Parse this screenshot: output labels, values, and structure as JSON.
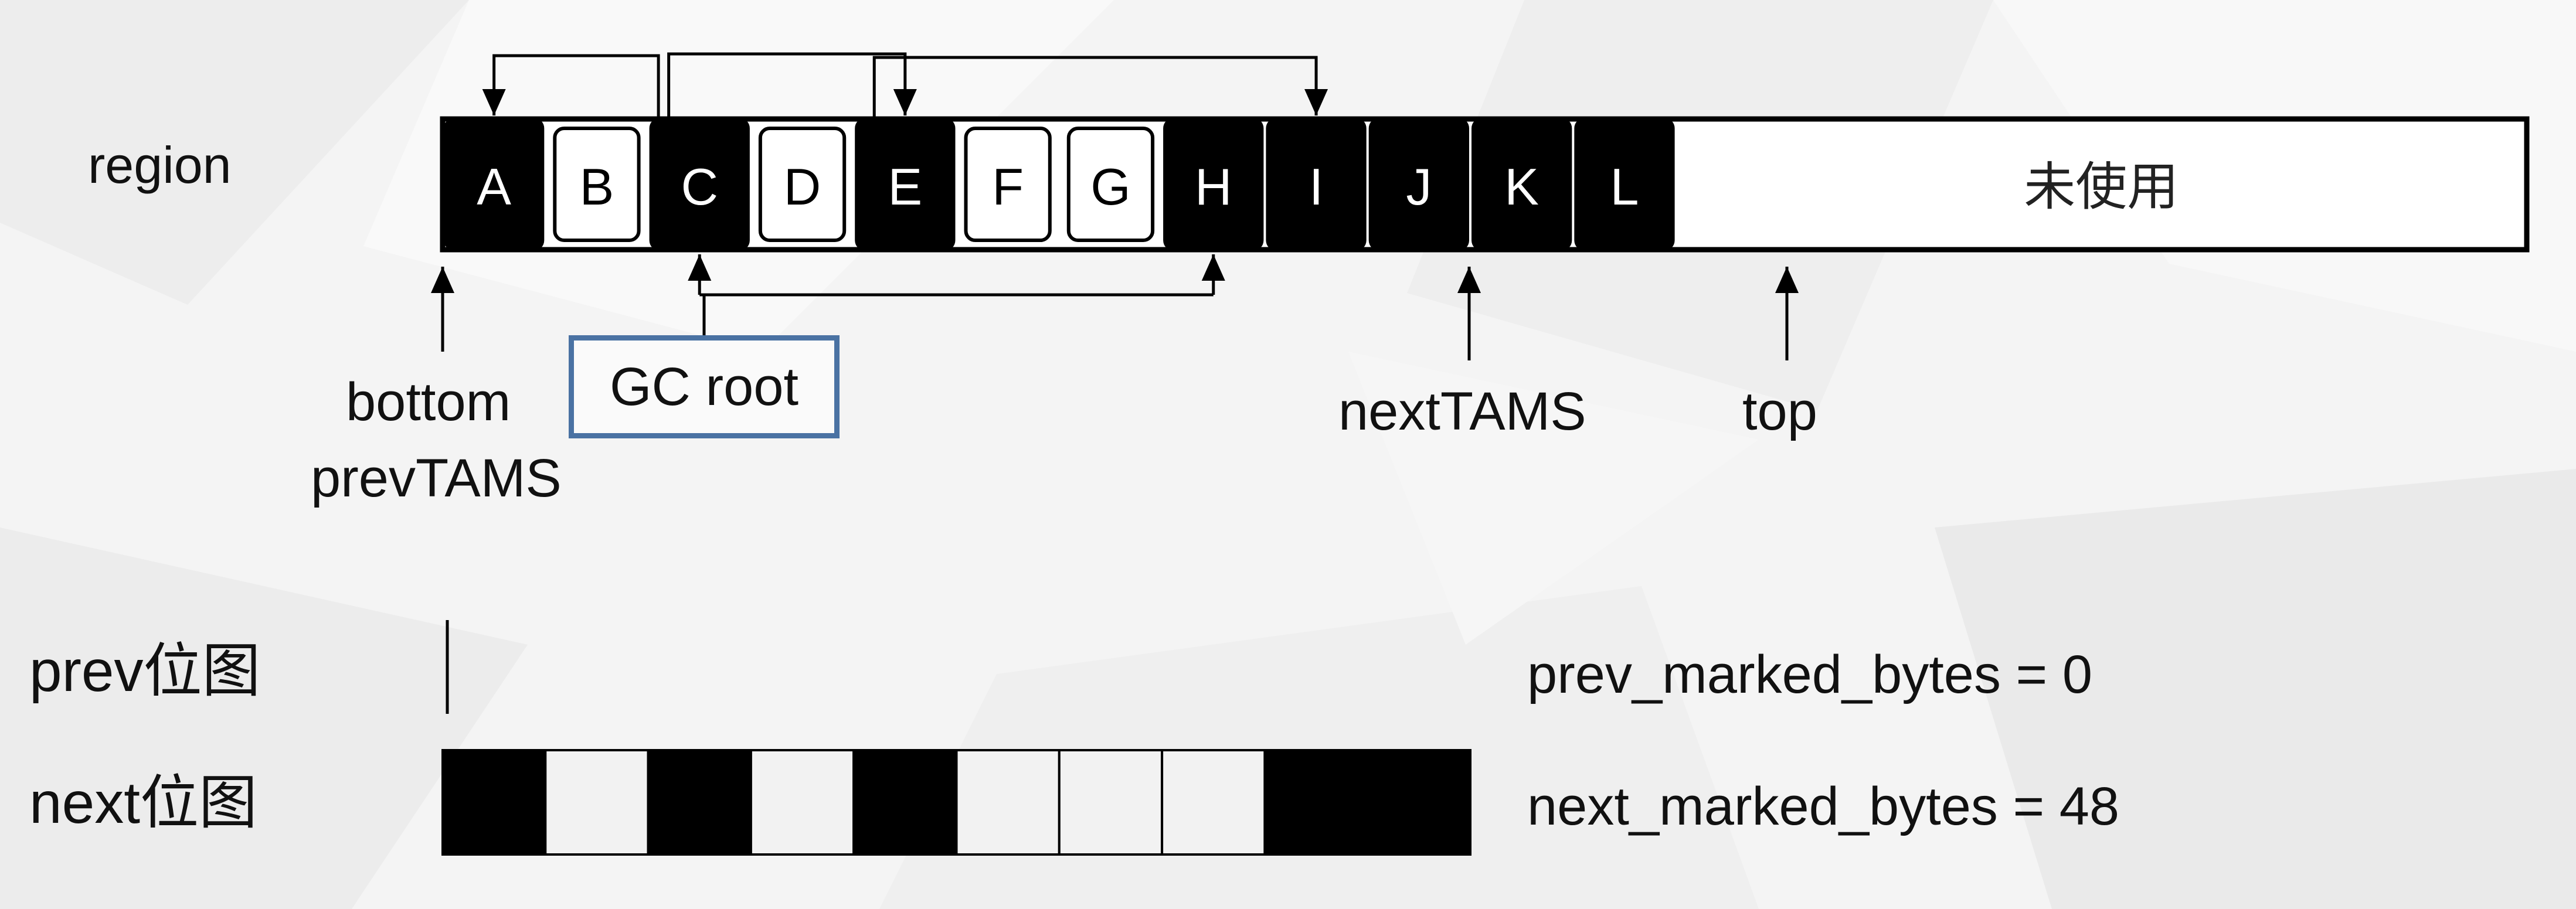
{
  "region_label": "region",
  "objects": [
    {
      "label": "A",
      "marked": true
    },
    {
      "label": "B",
      "marked": false
    },
    {
      "label": "C",
      "marked": true
    },
    {
      "label": "D",
      "marked": false
    },
    {
      "label": "E",
      "marked": true
    },
    {
      "label": "F",
      "marked": false
    },
    {
      "label": "G",
      "marked": false
    },
    {
      "label": "H",
      "marked": true
    },
    {
      "label": "I",
      "marked": true
    },
    {
      "label": "J",
      "marked": true
    },
    {
      "label": "K",
      "marked": true
    },
    {
      "label": "L",
      "marked": true
    }
  ],
  "unused_label": "未使用",
  "references": [
    {
      "from": "C",
      "to": "A"
    },
    {
      "from": "C",
      "to": "E"
    },
    {
      "from": "E",
      "to": "I"
    }
  ],
  "gc_root": {
    "label": "GC root",
    "targets": [
      "C",
      "H"
    ]
  },
  "pointers": {
    "bottom": "bottom",
    "prevTAMS": "prevTAMS",
    "nextTAMS": "nextTAMS",
    "top": "top"
  },
  "bitmaps": {
    "prev_label": "prev位图",
    "next_label": "next位图",
    "next_bits": [
      1,
      0,
      1,
      0,
      1,
      0,
      0,
      0,
      1,
      1
    ]
  },
  "stats": {
    "prev_marked_bytes": "prev_marked_bytes = 0",
    "next_marked_bytes": "next_marked_bytes = 48"
  },
  "colors": {
    "marked": "#000000",
    "unmarked": "#ffffff",
    "bitmap_clear": "#f2f2f2",
    "gc_root_border": "#4a72a3"
  }
}
